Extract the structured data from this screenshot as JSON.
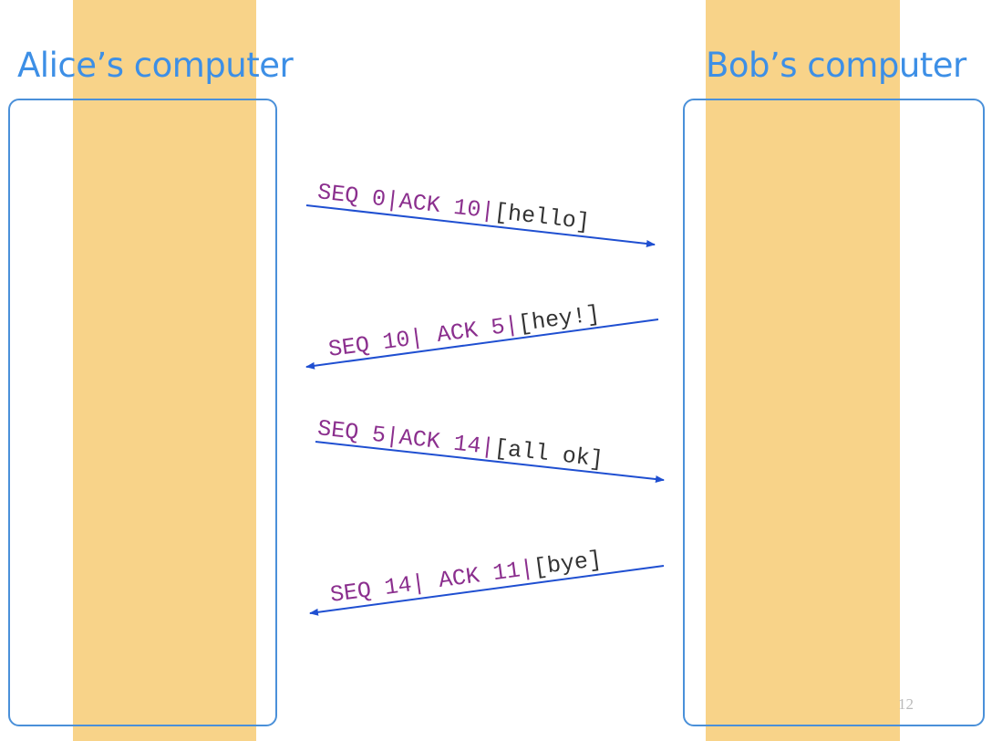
{
  "hosts": {
    "alice": "Alice’s computer",
    "bob": "Bob’s computer"
  },
  "messages": [
    {
      "seq": "SEQ 0",
      "ack": "ACK 10",
      "payload": "[hello]",
      "direction": "alice-to-bob"
    },
    {
      "seq": "SEQ 10",
      "ack": " ACK 5",
      "payload": "[hey!]",
      "direction": "bob-to-alice"
    },
    {
      "seq": "SEQ 5",
      "ack": "ACK 14",
      "payload": "[all ok]",
      "direction": "alice-to-bob"
    },
    {
      "seq": "SEQ 14",
      "ack": " ACK 11",
      "payload": "[bye]",
      "direction": "bob-to-alice"
    }
  ],
  "separator": "|",
  "page_number": "12",
  "colors": {
    "stripe": "#f8d389",
    "box_border": "#4a90d9",
    "host_label": "#3d8fe6",
    "arrow": "#1f4fd1",
    "header_text": "#8b2f8e",
    "payload_text": "#333333"
  }
}
